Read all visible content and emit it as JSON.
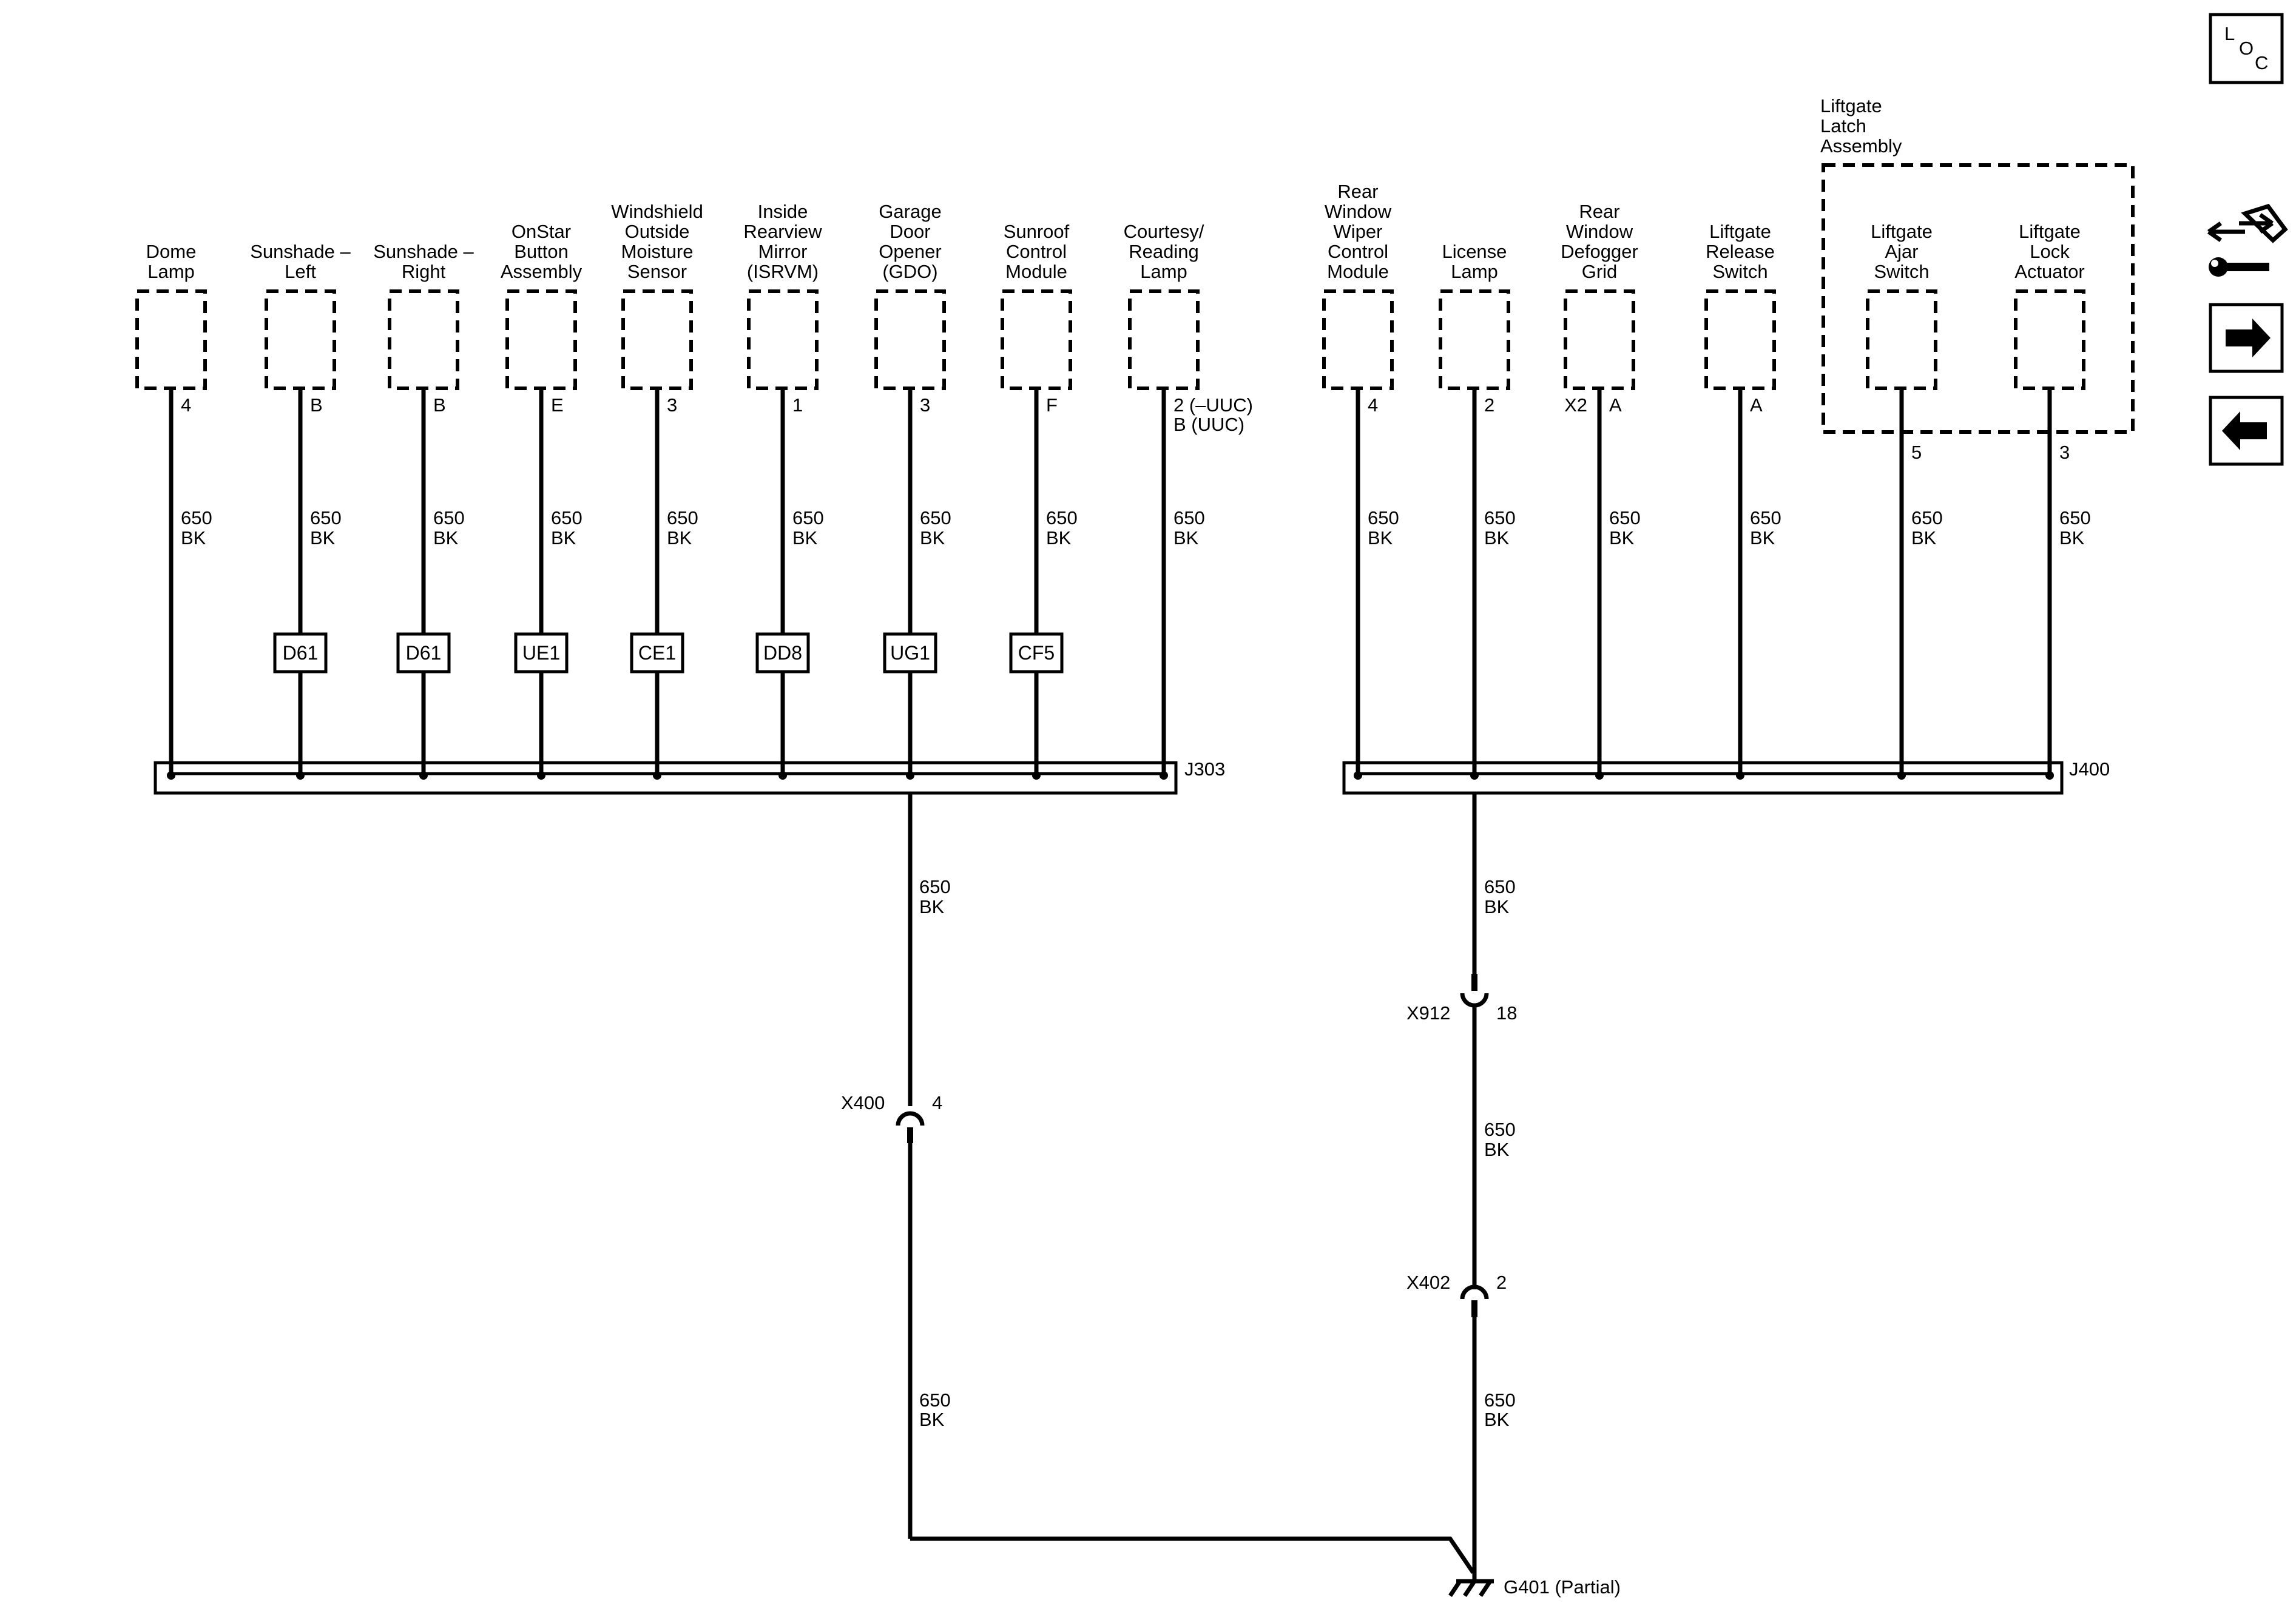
{
  "components_j303": [
    {
      "name": [
        "Dome",
        "Lamp"
      ],
      "pin": "4",
      "wire": [
        "650",
        "BK"
      ],
      "option": ""
    },
    {
      "name": [
        "Sunshade –",
        "Left"
      ],
      "pin": "B",
      "wire": [
        "650",
        "BK"
      ],
      "option": "D61"
    },
    {
      "name": [
        "Sunshade –",
        "Right"
      ],
      "pin": "B",
      "wire": [
        "650",
        "BK"
      ],
      "option": "D61"
    },
    {
      "name": [
        "OnStar",
        "Button",
        "Assembly"
      ],
      "pin": "E",
      "wire": [
        "650",
        "BK"
      ],
      "option": "UE1"
    },
    {
      "name": [
        "Windshield",
        "Outside",
        "Moisture",
        "Sensor"
      ],
      "pin": "3",
      "wire": [
        "650",
        "BK"
      ],
      "option": "CE1"
    },
    {
      "name": [
        "Inside",
        "Rearview",
        "Mirror",
        "(ISRVM)"
      ],
      "pin": "1",
      "wire": [
        "650",
        "BK"
      ],
      "option": "DD8"
    },
    {
      "name": [
        "Garage",
        "Door",
        "Opener",
        "(GDO)"
      ],
      "pin": "3",
      "wire": [
        "650",
        "BK"
      ],
      "option": "UG1"
    },
    {
      "name": [
        "Sunroof",
        "Control",
        "Module"
      ],
      "pin": "F",
      "wire": [
        "650",
        "BK"
      ],
      "option": "CF5"
    },
    {
      "name": [
        "Courtesy/",
        "Reading",
        "Lamp"
      ],
      "pin": "2 (–UUC)",
      "pin2": "B (UUC)",
      "wire": [
        "650",
        "BK"
      ],
      "option": ""
    }
  ],
  "components_j400": [
    {
      "name": [
        "Rear",
        "Window",
        "Wiper",
        "Control",
        "Module"
      ],
      "pin": "4",
      "wire": [
        "650",
        "BK"
      ]
    },
    {
      "name": [
        "License",
        "Lamp"
      ],
      "pin": "2",
      "wire": [
        "650",
        "BK"
      ]
    },
    {
      "name": [
        "Rear",
        "Window",
        "Defogger",
        "Grid"
      ],
      "pin": "A",
      "pin_left": "X2",
      "wire": [
        "650",
        "BK"
      ]
    },
    {
      "name": [
        "Liftgate",
        "Release",
        "Switch"
      ],
      "pin": "A",
      "wire": [
        "650",
        "BK"
      ]
    },
    {
      "name": [
        "Liftgate",
        "Ajar",
        "Switch"
      ],
      "pin": "5",
      "wire": [
        "650",
        "BK"
      ]
    },
    {
      "name": [
        "Liftgate",
        "Lock",
        "Actuator"
      ],
      "pin": "3",
      "wire": [
        "650",
        "BK"
      ]
    }
  ],
  "assembly_label": [
    "Liftgate",
    "Latch",
    "Assembly"
  ],
  "splice_j303": "J303",
  "splice_j400": "J400",
  "left_trunk": {
    "wire_upper": [
      "650",
      "BK"
    ],
    "connector": "X400",
    "connector_pin": "4",
    "wire_lower": [
      "650",
      "BK"
    ]
  },
  "right_trunk": {
    "wire_1": [
      "650",
      "BK"
    ],
    "connector_1": "X912",
    "connector_1_pin": "18",
    "wire_2": [
      "650",
      "BK"
    ],
    "connector_2": "X402",
    "connector_2_pin": "2",
    "wire_3": [
      "650",
      "BK"
    ]
  },
  "ground": "G401 (Partial)",
  "loc_button": {
    "letters": [
      "L",
      "O",
      "C"
    ]
  },
  "nav_icons": [
    "connector-wrench-icon",
    "arrow-right-icon",
    "arrow-left-icon"
  ]
}
